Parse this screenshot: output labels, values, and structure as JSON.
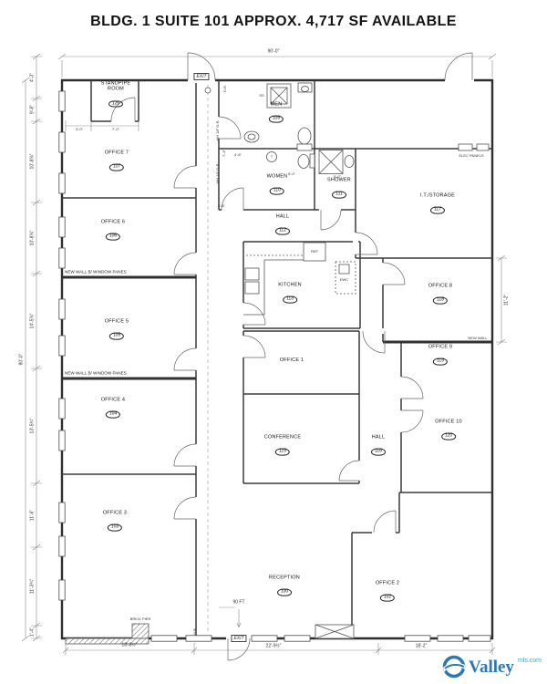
{
  "title": "BLDG. 1 SUITE 101 APPROX. 4,717 SF AVAILABLE",
  "rooms": {
    "standpipe": {
      "name": "STANDPIPE ROOM",
      "number": "126"
    },
    "office7": {
      "name": "OFFICE 7",
      "number": "107"
    },
    "office6": {
      "name": "OFFICE 6",
      "number": "106"
    },
    "office5": {
      "name": "OFFICE 5",
      "number": "105"
    },
    "office4": {
      "name": "OFFICE 4",
      "number": "104"
    },
    "office3": {
      "name": "OFFICE 3",
      "number": "103"
    },
    "men": {
      "name": "MEN",
      "number": "109"
    },
    "women": {
      "name": "WOMEN",
      "number": "110"
    },
    "shower": {
      "name": "SHOWER",
      "number": "111"
    },
    "hall112": {
      "name": "HALL",
      "number": "112"
    },
    "kitchen": {
      "name": "KITCHEN",
      "number": "113"
    },
    "office1": {
      "name": "OFFICE 1",
      "number": ""
    },
    "conference": {
      "name": "CONFERENCE",
      "number": "115"
    },
    "hall116": {
      "name": "HALL",
      "number": "116"
    },
    "itstorage": {
      "name": "I.T./STORAGE",
      "number": "117"
    },
    "office8": {
      "name": "OFFICE 8",
      "number": "118"
    },
    "office9": {
      "name": "OFFICE 9",
      "number": "119"
    },
    "office10": {
      "name": "OFFICE 10",
      "number": "120"
    },
    "reception": {
      "name": "RECEPTION",
      "number": "100"
    },
    "office2": {
      "name": "OFFICE 2",
      "number": "102"
    }
  },
  "annotations": {
    "exit": "EXIT",
    "ss": "SS",
    "ref": "REF",
    "ewc": "EWC",
    "t": "T",
    "elec_panels": "ELEC PANELS",
    "brick_pier": "BRICK PIER",
    "new_wall_windows": "NEW WALL B/ WINDOW PANES",
    "new_wall": "NEW WALL",
    "wh": "WH 18\" O.R.",
    "dr": "D.R."
  },
  "dimensions": {
    "top": "90'-0\"",
    "left_overall": "80'-0\"",
    "left_chain": [
      "4'-3\"",
      "9'-8\"",
      "10'-8⅝\"",
      "10'-8⅝\"",
      "14'-5⅝\"",
      "13'-5¾\"",
      "11'-6\"",
      "11'-3¾\"",
      "1'-4\""
    ],
    "right": "11'-2\"",
    "bottom": [
      "18'-8½\"",
      "22'-9½\"",
      "18'-2\""
    ],
    "standpipe_a": "3'-0\"",
    "standpipe_b": "7'-0\"",
    "women_a": "4'-6\"",
    "women_b": "5'-0\"",
    "shower_w": "5'-0\"",
    "hall_w": "4'-8\"",
    "hall_h": "7'-4\"",
    "ninety": "90 FT"
  },
  "watermark": {
    "brand": "Valley",
    "suffix": "mls.com"
  }
}
